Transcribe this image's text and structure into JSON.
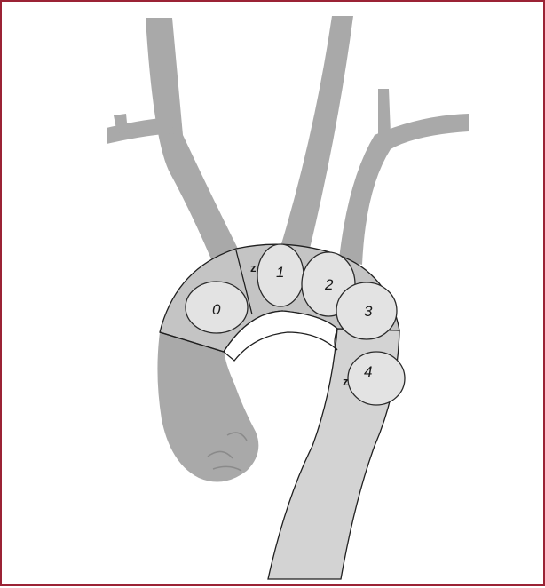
{
  "figure": {
    "frame_color": "#9b2335",
    "vessel_color": "#a9a9a9",
    "arch_band_color": "#c4c4c4",
    "descending_color": "#d3d3d3",
    "zone_fill_color": "#e3e3e3",
    "stray_marks": [
      "z",
      "z"
    ],
    "zones": [
      {
        "label": "0"
      },
      {
        "label": "1"
      },
      {
        "label": "2"
      },
      {
        "label": "3"
      },
      {
        "label": "4"
      }
    ]
  }
}
